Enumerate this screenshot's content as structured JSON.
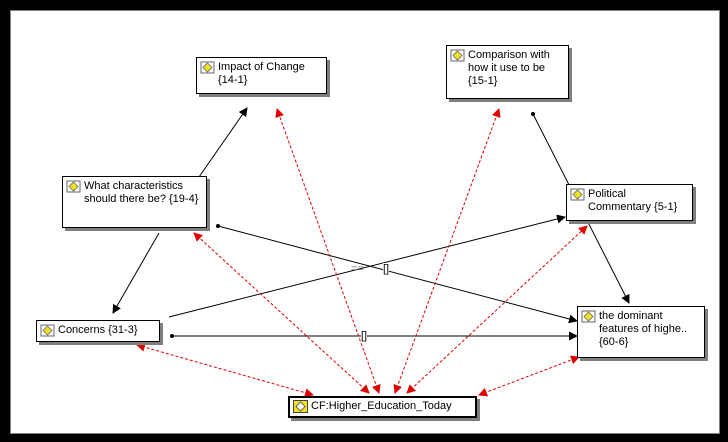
{
  "network": {
    "nodes": [
      {
        "id": "impact",
        "label": "Impact of Change {14-1}",
        "icon": "family-icon"
      },
      {
        "id": "comparison",
        "label": "Comparison with how it use to be {15-1}",
        "icon": "family-icon"
      },
      {
        "id": "characteristics",
        "label": "What characteristics should there be? {19-4}",
        "icon": "family-icon"
      },
      {
        "id": "political",
        "label": "Political Commentary {5-1}",
        "icon": "family-icon"
      },
      {
        "id": "concerns",
        "label": "Concerns {31-3}",
        "icon": "family-icon"
      },
      {
        "id": "dominant",
        "label": "the dominant features of highe.. {60-6}",
        "icon": "family-icon"
      },
      {
        "id": "core",
        "label": "CF:Higher_Education_Today",
        "icon": "code-family-icon"
      }
    ],
    "link_labels": {
      "equals": "==",
      "brackets_1": "[]",
      "brackets_2": "[]"
    },
    "colors": {
      "black_link": "#000000",
      "red_link": "#e00000",
      "icon_yellow": "#f0e020"
    }
  }
}
